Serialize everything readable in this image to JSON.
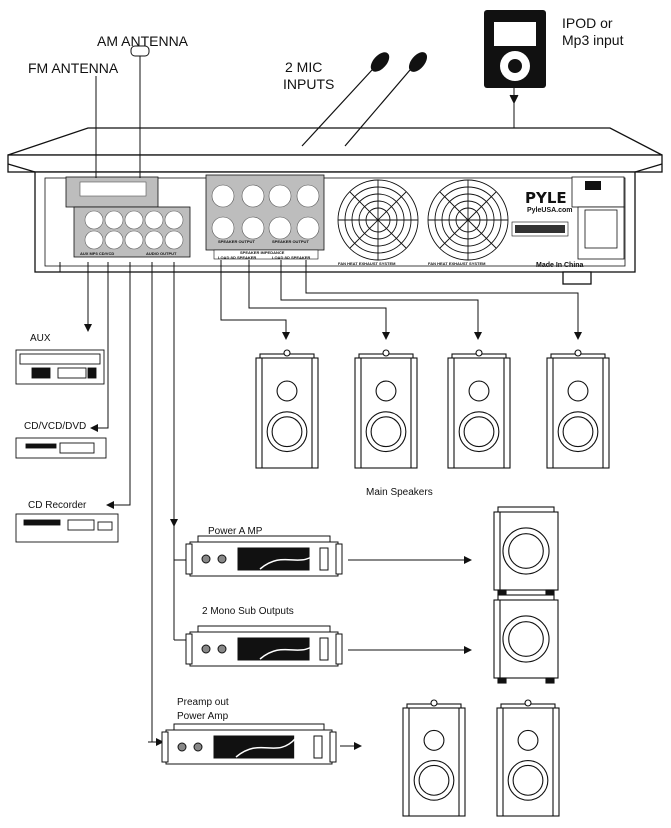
{
  "labels": {
    "am_antenna": "AM ANTENNA",
    "fm_antenna": "FM ANTENNA",
    "mic_inputs_line1": "2 MIC",
    "mic_inputs_line2": "INPUTS",
    "ipod_line1": "IPOD or",
    "ipod_line2": "Mp3 input",
    "aux": "AUX",
    "cd_vcd_dvd": "CD/VCD/DVD",
    "cd_recorder": "CD Recorder",
    "main_speakers": "Main Speakers",
    "power_amp": "Power A MP",
    "mono_sub_outputs": "2 Mono Sub Outputs",
    "preamp_out_line1": "Preamp out",
    "preamp_out_line2": "Power Amp"
  },
  "panel_text": {
    "brand": "PYLE",
    "brand_url": "PyleUSA.com",
    "made_in": "Made In China",
    "fan_left": "FAN HEAT EXHAUST SYSTEM",
    "fan_right": "FAN HEAT EXHAUST SYSTEM",
    "speaker_output_a": "SPEAKER OUTPUT",
    "speaker_output_b": "SPEAKER OUTPUT",
    "speaker_impedance": "SPEAKER IMPEDANCE",
    "impedance_a": "LOAD 8Ω SPEAKER",
    "impedance_b": "LOAD 8Ω SPEAKER",
    "audio_inputs": "AUX  MP3   CD/VCD",
    "audio_outputs": "AUDIO OUTPUT"
  }
}
